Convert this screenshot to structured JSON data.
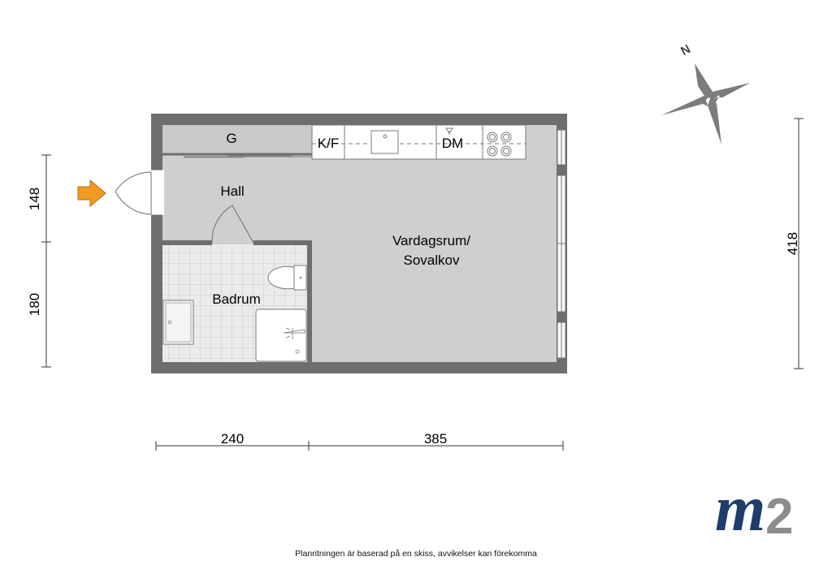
{
  "rooms": {
    "garderob": "G",
    "kitchen_fridge": "K/F",
    "dishwasher": "DM",
    "hall": "Hall",
    "living_line1": "Vardagsrum/",
    "living_line2": "Sovalkov",
    "bathroom": "Badrum"
  },
  "dimensions": {
    "left_upper": "148",
    "left_lower": "180",
    "right": "418",
    "bottom_left": "240",
    "bottom_right": "385"
  },
  "compass": {
    "north_label": "N"
  },
  "logo": {
    "text": "m2",
    "primary_color": "#1e3d6b",
    "accent_color": "#8c8c8c"
  },
  "disclaimer": "Planritningen är baserad på en skiss, avvikelser kan förekomma",
  "colors": {
    "wall": "#6e6e6e",
    "floor": "#cfcfcf",
    "tile": "#e8e8e8",
    "entrance_arrow": "#f29b22"
  },
  "icons": [
    "entrance-arrow-icon",
    "compass-rose-icon",
    "sink-icon",
    "stove-icon",
    "toilet-icon",
    "shower-icon"
  ]
}
